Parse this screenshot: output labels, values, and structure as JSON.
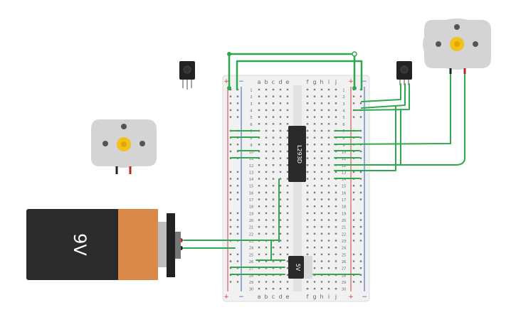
{
  "breadboard": {
    "column_letters_left": [
      "a",
      "b",
      "c",
      "d",
      "e"
    ],
    "column_letters_right": [
      "f",
      "g",
      "h",
      "i",
      "j"
    ],
    "row_numbers": [
      "1",
      "2",
      "3",
      "4",
      "5",
      "6",
      "7",
      "8",
      "9",
      "10",
      "11",
      "12",
      "13",
      "14",
      "15",
      "16",
      "17",
      "18",
      "19",
      "20",
      "21",
      "22",
      "23",
      "24",
      "25",
      "26",
      "27",
      "28",
      "29",
      "30"
    ],
    "rail_plus": "+",
    "rail_minus": "−"
  },
  "chips": {
    "driver_label": "L293D",
    "regulator_label": "5V"
  },
  "battery": {
    "label": "9V",
    "body_color": "#2b2b2b",
    "cap_color": "#d9894a"
  },
  "colors": {
    "wire_green": "#2fa84f",
    "wire_red": "#b8242b",
    "wire_black": "#222222",
    "rail_red": "#d23a3a",
    "rail_blue": "#2f5fb8",
    "board": "#f0f0f0",
    "motor_body": "#d4d4d4",
    "gear": "#f2c21b"
  },
  "icons": [
    "dc-motor-icon",
    "ir-receiver-icon",
    "battery-9v-icon",
    "l293d-chip-icon",
    "voltage-regulator-icon"
  ]
}
